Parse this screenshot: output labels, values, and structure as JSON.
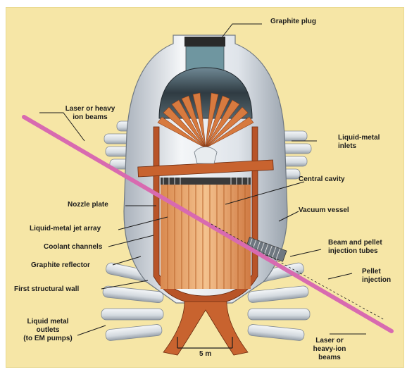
{
  "colors": {
    "background": "#f6e6a6",
    "shell": "#dfe4ea",
    "copper": "#c8632f",
    "copper_light": "#e9a070",
    "beam": "#d86ab0",
    "cavity": "#3d4a52"
  },
  "labels": {
    "graphite_plug": "Graphite plug",
    "laser_ion_beams": [
      "Laser or heavy",
      "ion beams"
    ],
    "liquid_metal_inlets": [
      "Liquid-metal",
      "inlets"
    ],
    "central_cavity": "Central cavity",
    "nozzle_plate": "Nozzle plate",
    "vacuum_vessel": "Vacuum vessel",
    "liquid_metal_jet_array": "Liquid-metal jet array",
    "beam_pellet_tubes": [
      "Beam and pellet",
      "injection tubes"
    ],
    "coolant_channels": "Coolant channels",
    "pellet_injection": [
      "Pellet",
      "injection"
    ],
    "graphite_reflector": "Graphite reflector",
    "first_structural_wall": "First structural wall",
    "liquid_metal_outlets": [
      "Liquid metal",
      "outlets",
      "(to EM pumps)"
    ],
    "laser_heavy_ion_beams": [
      "Laser or",
      "heavy-ion",
      "beams"
    ],
    "scale": "5 m"
  }
}
